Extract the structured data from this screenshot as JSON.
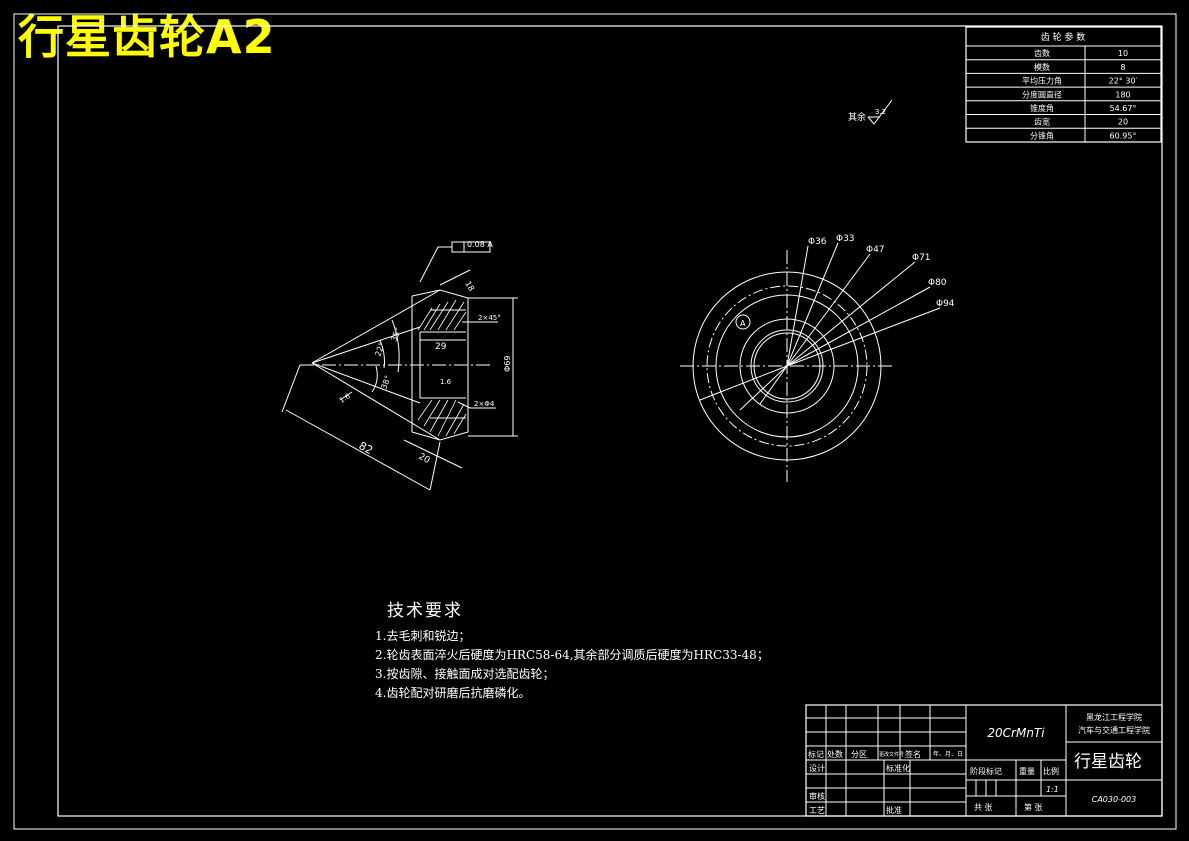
{
  "title": "行星齿轮A2",
  "param_table": {
    "header": "齿 轮 参 数",
    "rows": [
      {
        "label": "齿数",
        "value": "10"
      },
      {
        "label": "模数",
        "value": "8"
      },
      {
        "label": "平均压力角",
        "value": "22° 30′"
      },
      {
        "label": "分度圆直径",
        "value": "180"
      },
      {
        "label": "锥度角",
        "value": "54.67°"
      },
      {
        "label": "齿宽",
        "value": "20"
      },
      {
        "label": "分锥角",
        "value": "60.95°"
      }
    ]
  },
  "roughness_note": {
    "text": "其余",
    "value": "3.2"
  },
  "section_view": {
    "tolerance": "0.08 A",
    "dims": {
      "d18": "18",
      "d29": "29",
      "d82": "82",
      "d20": "20",
      "a22": "22°",
      "a35": "35°",
      "a38": "38°",
      "chamfer": "2×45°",
      "d2x_": "2×Φ4",
      "d69": "Φ69",
      "r1": "1.6",
      "r2": "1.6"
    }
  },
  "front_view": {
    "dims": [
      "Φ36",
      "Φ33",
      "Φ47",
      "Φ71",
      "Φ80",
      "Φ94"
    ],
    "datum": "A"
  },
  "tech_req": {
    "title": "技术要求",
    "items": [
      "1.去毛刺和锐边；",
      "2.轮齿表面淬火后硬度为HRC58-64,其余部分调质后硬度为HRC33-48；",
      "3.按齿隙、接触面成对选配齿轮；",
      "4.齿轮配对研磨后抗磨磷化。"
    ]
  },
  "title_block": {
    "material": "20CrMnTi",
    "school_line1": "黑龙江工程学院",
    "school_line2": "汽车与交通工程学院",
    "part_name": "行星齿轮",
    "drawing_no": "CA030-003",
    "row_labels": {
      "mark": "标记",
      "count": "处数",
      "zone": "分区",
      "doc": "更改文件号",
      "sign": "签名",
      "date": "年、月、日"
    },
    "design": "设计",
    "standard": "标准化",
    "review": "审核",
    "process": "工艺",
    "approve": "批准",
    "stage": "阶段标记",
    "weight": "重量",
    "scale_label": "比例",
    "scale": "1:1",
    "total": "共 张",
    "sheet": "第 张"
  },
  "colors": {
    "line": "#ffffff",
    "title": "#ffff00",
    "background": "#000000"
  }
}
